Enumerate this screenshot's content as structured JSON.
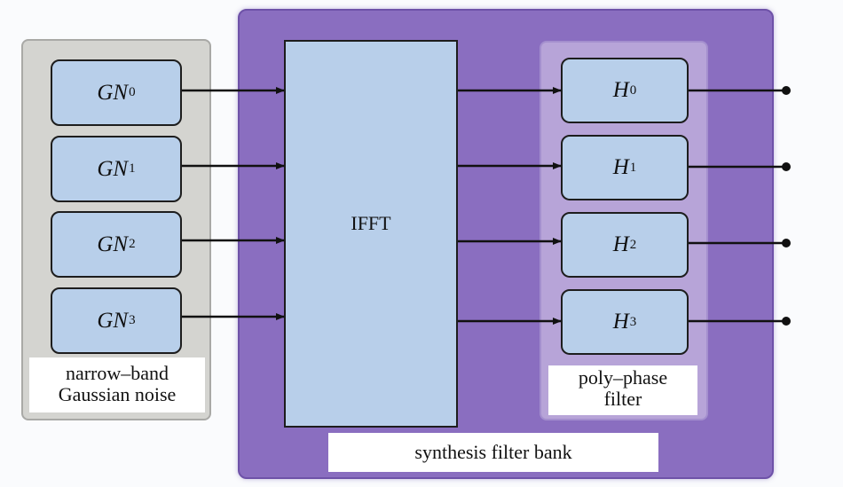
{
  "ifft_label": "IFFT",
  "noise_label_line1": "narrow–band",
  "noise_label_line2": "Gaussian noise",
  "poly_label_line1": "poly–phase",
  "poly_label_line2": "filter",
  "synth_label": "synthesis filter bank",
  "generators": [
    {
      "base": "GN",
      "sub": "0"
    },
    {
      "base": "GN",
      "sub": "1"
    },
    {
      "base": "GN",
      "sub": "2"
    },
    {
      "base": "GN",
      "sub": "3"
    }
  ],
  "filters": [
    {
      "base": "H",
      "sub": "0"
    },
    {
      "base": "H",
      "sub": "1"
    },
    {
      "base": "H",
      "sub": "2"
    },
    {
      "base": "H",
      "sub": "3"
    }
  ],
  "colors": {
    "synth_panel": "#8a6ec0",
    "noise_panel": "#d4d4d0",
    "poly_panel": "#b7a4d8",
    "block_fill": "#b8cfea",
    "wire": "#111111"
  }
}
